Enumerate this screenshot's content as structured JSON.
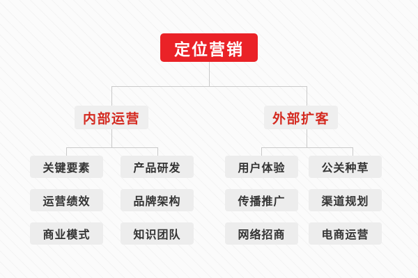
{
  "diagram": {
    "type": "org-tree",
    "root": {
      "label": "定位营销",
      "color": "#ea2227",
      "text_color": "#ffffff"
    },
    "branches": [
      {
        "label": "内部运营",
        "color": "#efefef",
        "text_color": "#d42a20",
        "columns": [
          {
            "items": [
              "关键要素",
              "运营绩效",
              "商业模式"
            ]
          },
          {
            "items": [
              "产品研发",
              "品牌架构",
              "知识团队"
            ]
          }
        ]
      },
      {
        "label": "外部扩客",
        "color": "#efefef",
        "text_color": "#d42a20",
        "columns": [
          {
            "items": [
              "用户体验",
              "传播推广",
              "网络招商"
            ]
          },
          {
            "items": [
              "公关种草",
              "渠道规划",
              "电商运营"
            ]
          }
        ]
      }
    ],
    "leaf_style": {
      "color": "#ededed",
      "text_color": "#333333"
    },
    "connector_color": "#c9c9c9",
    "background_color": "#fbfbfb"
  }
}
